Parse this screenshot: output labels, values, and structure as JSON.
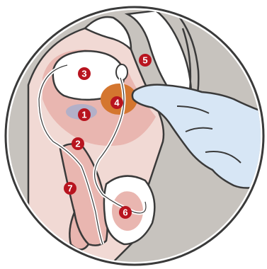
{
  "diagram": {
    "markers": [
      {
        "id": "1",
        "label": "1"
      },
      {
        "id": "2",
        "label": "2"
      },
      {
        "id": "3",
        "label": "3"
      },
      {
        "id": "4",
        "label": "4"
      },
      {
        "id": "5",
        "label": "5"
      },
      {
        "id": "6",
        "label": "6"
      },
      {
        "id": "7",
        "label": "7"
      }
    ],
    "colors": {
      "background": "#c7c3be",
      "tissue": "#f1d9d4",
      "organ_pink": "#e9b6b0",
      "organ_light": "#f3ddd8",
      "prostate": "#d4762f",
      "marker": "#b8141f",
      "glove": "#d7e6f5",
      "outline": "#3a3a3a"
    }
  }
}
